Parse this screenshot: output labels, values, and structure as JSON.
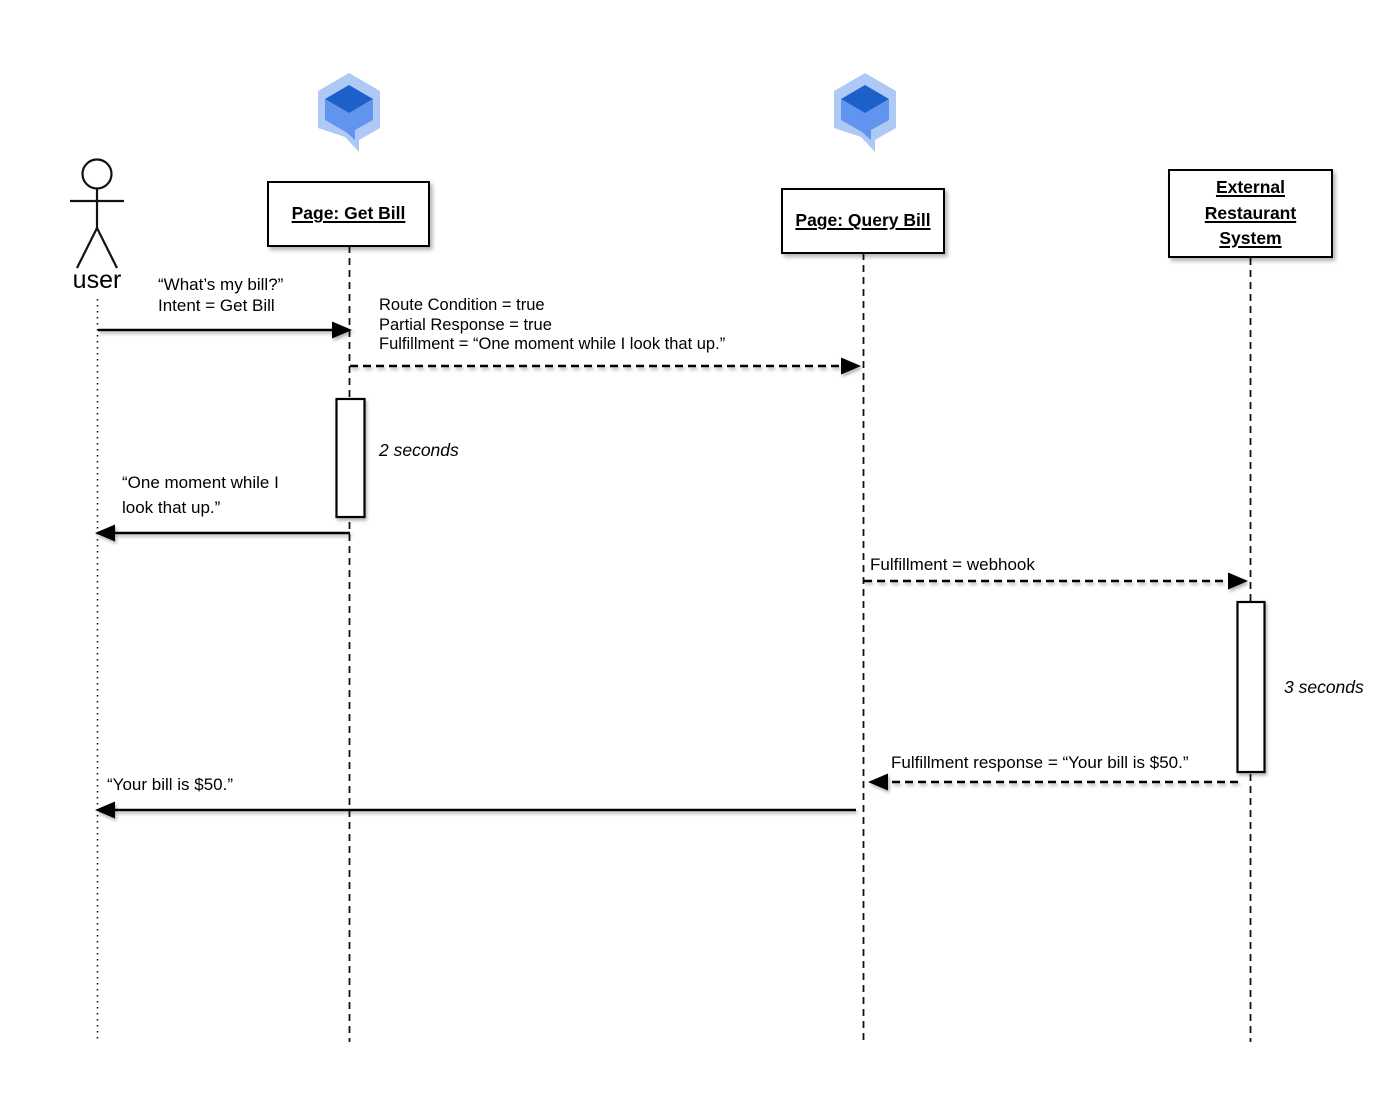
{
  "diagram_title": "Sequence diagram: user bill query via Dialogflow pages and external restaurant system",
  "colors": {
    "icon_bubble": "#AFC9F6",
    "icon_cube": "#6194EE",
    "icon_cube_top": "#1D60C9",
    "line": "#000000",
    "background": "#FFFFFF"
  },
  "actors": {
    "user": {
      "label": "user"
    },
    "get_bill": {
      "label": "Page: Get Bill"
    },
    "query_bill": {
      "label": "Page: Query Bill"
    },
    "external": {
      "line1": "External",
      "line2": "Restaurant",
      "line3": "System"
    }
  },
  "messages": {
    "user_to_get_bill": {
      "line1": "“What’s my bill?”",
      "line2": "Intent = Get Bill"
    },
    "get_bill_to_query_bill": {
      "line1": "Route Condition = true",
      "line2": "Partial Response = true",
      "line3": "Fulfillment = “One moment while I look that up.”"
    },
    "get_bill_to_user": {
      "line1": "“One moment while I",
      "line2": "look that up.”"
    },
    "query_bill_to_external": {
      "line1": "Fulfillment = webhook"
    },
    "external_to_query_bill": {
      "line1": "Fulfillment response = “Your bill is $50.”"
    },
    "query_bill_to_user": {
      "line1": "“Your bill is $50.”"
    }
  },
  "durations": {
    "get_bill_activation": "2 seconds",
    "external_activation": "3 seconds"
  },
  "icons": {
    "get_bill": "dialogflow-icon",
    "query_bill": "dialogflow-icon"
  }
}
